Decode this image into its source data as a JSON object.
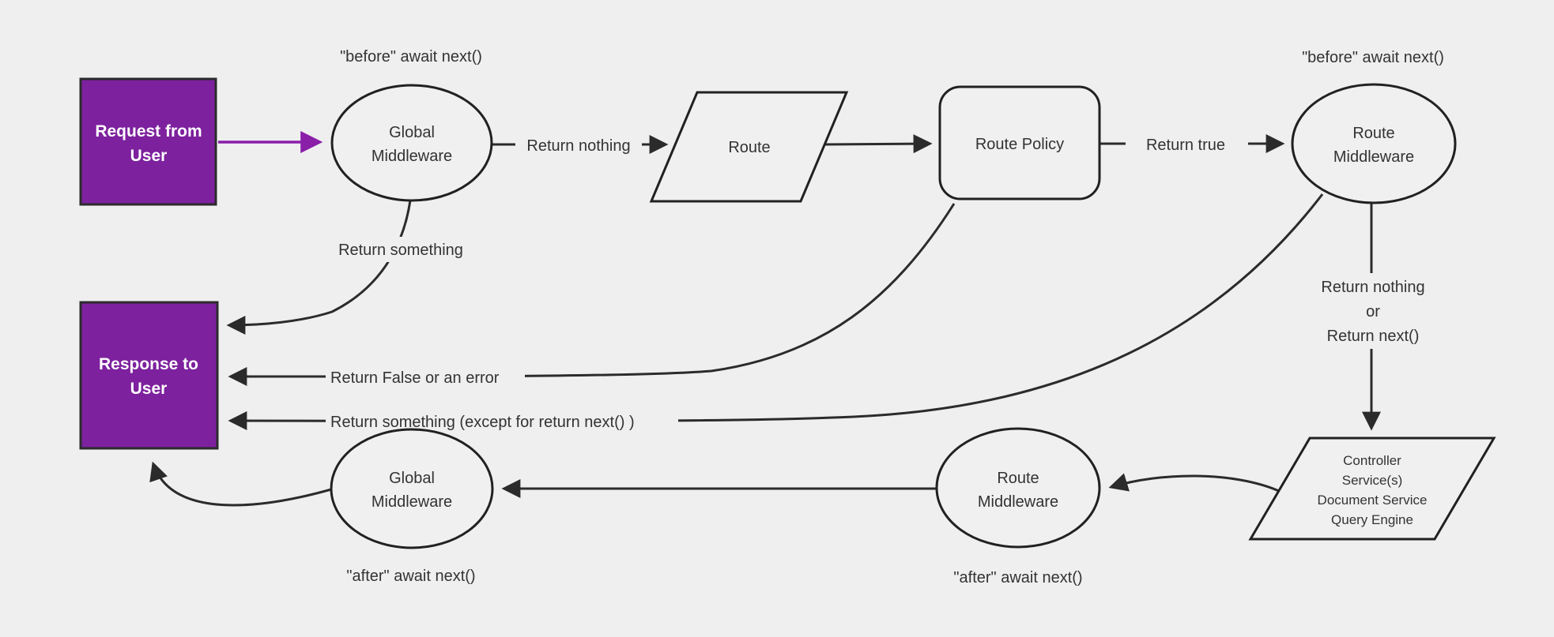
{
  "diagram": {
    "colors": {
      "background": "#efefef",
      "node_fill": "#f0f0f0",
      "node_stroke": "#212121",
      "purple_fill": "#7d219e",
      "purple_arrow": "#8a1fa8",
      "edge_color": "#2b2b2b",
      "text_dark": "#333333",
      "text_light": "#ffffff"
    },
    "nodes": {
      "request_from_user": {
        "line1": "Request from",
        "line2": "User"
      },
      "global_middleware_top": {
        "line1": "Global",
        "line2": "Middleware"
      },
      "route": {
        "label": "Route"
      },
      "route_policy": {
        "label": "Route Policy"
      },
      "route_middleware_top": {
        "line1": "Route",
        "line2": "Middleware"
      },
      "controller_services": {
        "line1": "Controller",
        "line2": "Service(s)",
        "line3": "Document Service",
        "line4": "Query Engine"
      },
      "route_middleware_bottom": {
        "line1": "Route",
        "line2": "Middleware"
      },
      "global_middleware_bottom": {
        "line1": "Global",
        "line2": "Middleware"
      },
      "response_to_user": {
        "line1": "Response to",
        "line2": "User"
      }
    },
    "edge_labels": {
      "before_await_next_global": "\"before\" await next()",
      "before_await_next_route": "\"before\" await next()",
      "return_nothing": "Return nothing",
      "return_true": "Return true",
      "return_something": "Return something",
      "return_false_or_error": "Return False or an error",
      "return_something_except": "Return something (except for return next() )",
      "return_nothing_or_line1": "Return nothing",
      "return_nothing_or_line2": "or",
      "return_nothing_or_line3": "Return next()",
      "after_await_next_global": "\"after\" await next()",
      "after_await_next_route": "\"after\" await next()"
    }
  }
}
